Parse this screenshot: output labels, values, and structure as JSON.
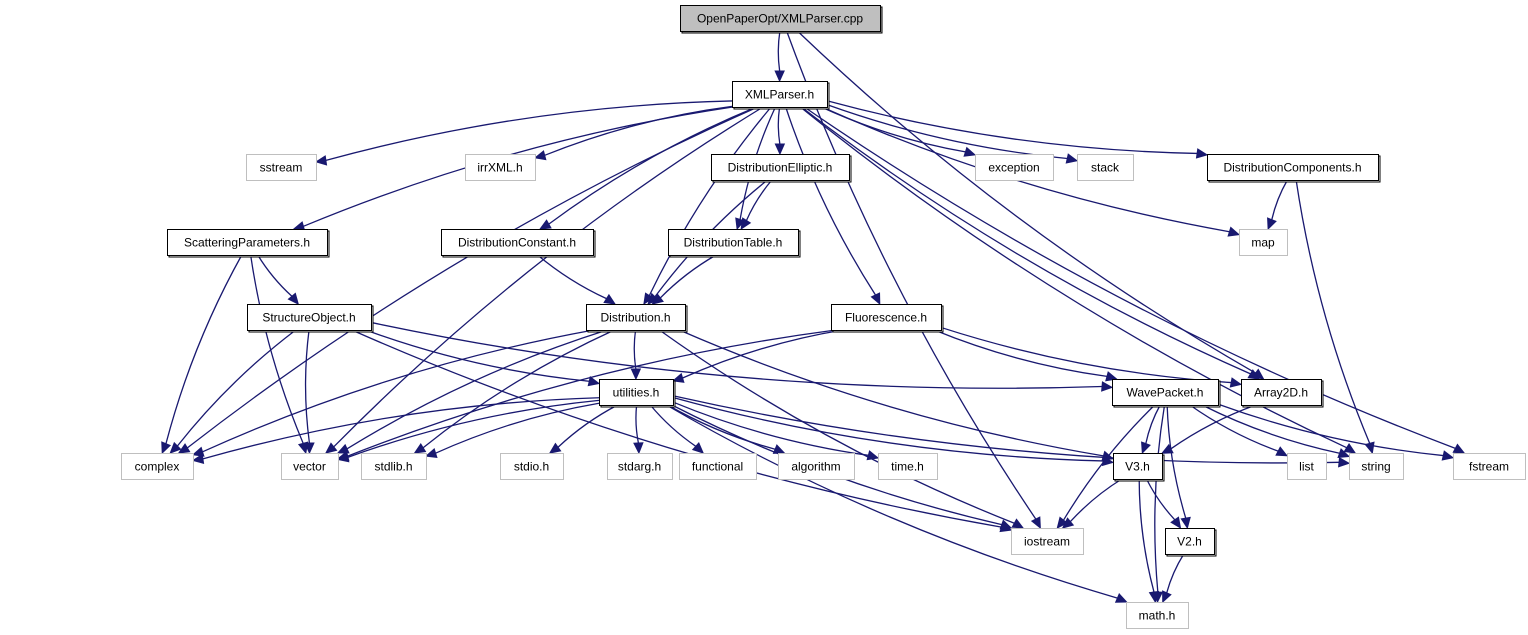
{
  "title": "OpenPaperOpt/XMLParser.cpp",
  "colors": {
    "edge": "#191970",
    "main_fill": "#bfbfbf",
    "local_border": "#000000",
    "system_border": "#bfbfbf"
  },
  "nodes": [
    {
      "id": "cpp",
      "label": "OpenPaperOpt/XMLParser.cpp",
      "kind": "main"
    },
    {
      "id": "xmlparser",
      "label": "XMLParser.h",
      "kind": "local"
    },
    {
      "id": "sstream",
      "label": "sstream",
      "kind": "system"
    },
    {
      "id": "irrxml",
      "label": "irrXML.h",
      "kind": "system"
    },
    {
      "id": "distelliptic",
      "label": "DistributionElliptic.h",
      "kind": "local"
    },
    {
      "id": "exception",
      "label": "exception",
      "kind": "system"
    },
    {
      "id": "stack",
      "label": "stack",
      "kind": "system"
    },
    {
      "id": "distcomp",
      "label": "DistributionComponents.h",
      "kind": "local"
    },
    {
      "id": "scattering",
      "label": "ScatteringParameters.h",
      "kind": "local"
    },
    {
      "id": "distconst",
      "label": "DistributionConstant.h",
      "kind": "local"
    },
    {
      "id": "disttable",
      "label": "DistributionTable.h",
      "kind": "local"
    },
    {
      "id": "map",
      "label": "map",
      "kind": "system"
    },
    {
      "id": "structobj",
      "label": "StructureObject.h",
      "kind": "local"
    },
    {
      "id": "distribution",
      "label": "Distribution.h",
      "kind": "local"
    },
    {
      "id": "fluorescence",
      "label": "Fluorescence.h",
      "kind": "local"
    },
    {
      "id": "utilities",
      "label": "utilities.h",
      "kind": "local"
    },
    {
      "id": "wavepacket",
      "label": "WavePacket.h",
      "kind": "local"
    },
    {
      "id": "array2d",
      "label": "Array2D.h",
      "kind": "local"
    },
    {
      "id": "complex",
      "label": "complex",
      "kind": "system"
    },
    {
      "id": "vector",
      "label": "vector",
      "kind": "system"
    },
    {
      "id": "stdlib",
      "label": "stdlib.h",
      "kind": "system"
    },
    {
      "id": "stdio",
      "label": "stdio.h",
      "kind": "system"
    },
    {
      "id": "stdarg",
      "label": "stdarg.h",
      "kind": "system"
    },
    {
      "id": "functional",
      "label": "functional",
      "kind": "system"
    },
    {
      "id": "algorithm",
      "label": "algorithm",
      "kind": "system"
    },
    {
      "id": "time",
      "label": "time.h",
      "kind": "system"
    },
    {
      "id": "v3",
      "label": "V3.h",
      "kind": "local"
    },
    {
      "id": "list",
      "label": "list",
      "kind": "system"
    },
    {
      "id": "string",
      "label": "string",
      "kind": "system"
    },
    {
      "id": "fstream",
      "label": "fstream",
      "kind": "system"
    },
    {
      "id": "iostream",
      "label": "iostream",
      "kind": "system"
    },
    {
      "id": "v2",
      "label": "V2.h",
      "kind": "local"
    },
    {
      "id": "math",
      "label": "math.h",
      "kind": "system"
    }
  ],
  "edges": [
    [
      "cpp",
      "xmlparser"
    ],
    [
      "cpp",
      "iostream"
    ],
    [
      "cpp",
      "array2d"
    ],
    [
      "xmlparser",
      "sstream"
    ],
    [
      "xmlparser",
      "irrxml"
    ],
    [
      "xmlparser",
      "distelliptic"
    ],
    [
      "xmlparser",
      "exception"
    ],
    [
      "xmlparser",
      "stack"
    ],
    [
      "xmlparser",
      "distcomp"
    ],
    [
      "xmlparser",
      "scattering"
    ],
    [
      "xmlparser",
      "distconst"
    ],
    [
      "xmlparser",
      "disttable"
    ],
    [
      "xmlparser",
      "map"
    ],
    [
      "xmlparser",
      "distribution"
    ],
    [
      "xmlparser",
      "fluorescence"
    ],
    [
      "xmlparser",
      "complex"
    ],
    [
      "xmlparser",
      "vector"
    ],
    [
      "xmlparser",
      "array2d"
    ],
    [
      "xmlparser",
      "string"
    ],
    [
      "xmlparser",
      "fstream"
    ],
    [
      "distelliptic",
      "disttable"
    ],
    [
      "distelliptic",
      "distribution"
    ],
    [
      "distcomp",
      "map"
    ],
    [
      "distcomp",
      "string"
    ],
    [
      "scattering",
      "structobj"
    ],
    [
      "scattering",
      "complex"
    ],
    [
      "scattering",
      "vector"
    ],
    [
      "distconst",
      "distribution"
    ],
    [
      "disttable",
      "distribution"
    ],
    [
      "structobj",
      "complex"
    ],
    [
      "structobj",
      "vector"
    ],
    [
      "structobj",
      "utilities"
    ],
    [
      "structobj",
      "wavepacket"
    ],
    [
      "structobj",
      "iostream"
    ],
    [
      "distribution",
      "utilities"
    ],
    [
      "distribution",
      "complex"
    ],
    [
      "distribution",
      "vector"
    ],
    [
      "distribution",
      "stdlib"
    ],
    [
      "distribution",
      "iostream"
    ],
    [
      "distribution",
      "v3"
    ],
    [
      "fluorescence",
      "utilities"
    ],
    [
      "fluorescence",
      "wavepacket"
    ],
    [
      "fluorescence",
      "array2d"
    ],
    [
      "fluorescence",
      "vector"
    ],
    [
      "utilities",
      "complex"
    ],
    [
      "utilities",
      "vector"
    ],
    [
      "utilities",
      "stdlib"
    ],
    [
      "utilities",
      "stdio"
    ],
    [
      "utilities",
      "stdarg"
    ],
    [
      "utilities",
      "functional"
    ],
    [
      "utilities",
      "algorithm"
    ],
    [
      "utilities",
      "time"
    ],
    [
      "utilities",
      "v3"
    ],
    [
      "utilities",
      "string"
    ],
    [
      "utilities",
      "iostream"
    ],
    [
      "utilities",
      "math"
    ],
    [
      "wavepacket",
      "v3"
    ],
    [
      "wavepacket",
      "list"
    ],
    [
      "wavepacket",
      "string"
    ],
    [
      "wavepacket",
      "fstream"
    ],
    [
      "wavepacket",
      "iostream"
    ],
    [
      "wavepacket",
      "v2"
    ],
    [
      "wavepacket",
      "math"
    ],
    [
      "array2d",
      "v3"
    ],
    [
      "v3",
      "iostream"
    ],
    [
      "v3",
      "v2"
    ],
    [
      "v3",
      "math"
    ],
    [
      "v2",
      "math"
    ]
  ]
}
